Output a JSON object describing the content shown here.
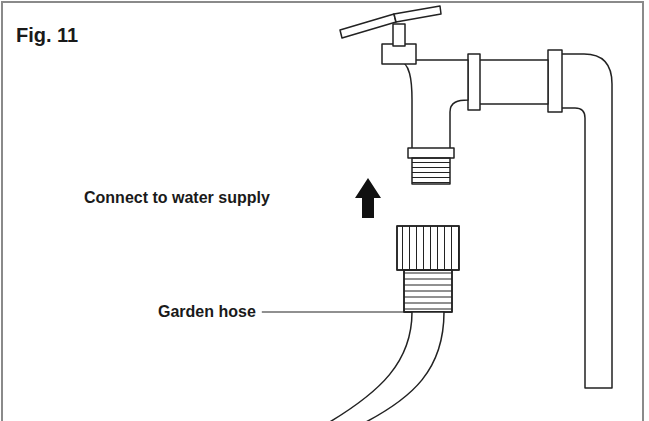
{
  "diagram": {
    "title": "Fig. 11",
    "labels": [
      "Connect to water supply",
      "Garden hose"
    ]
  }
}
